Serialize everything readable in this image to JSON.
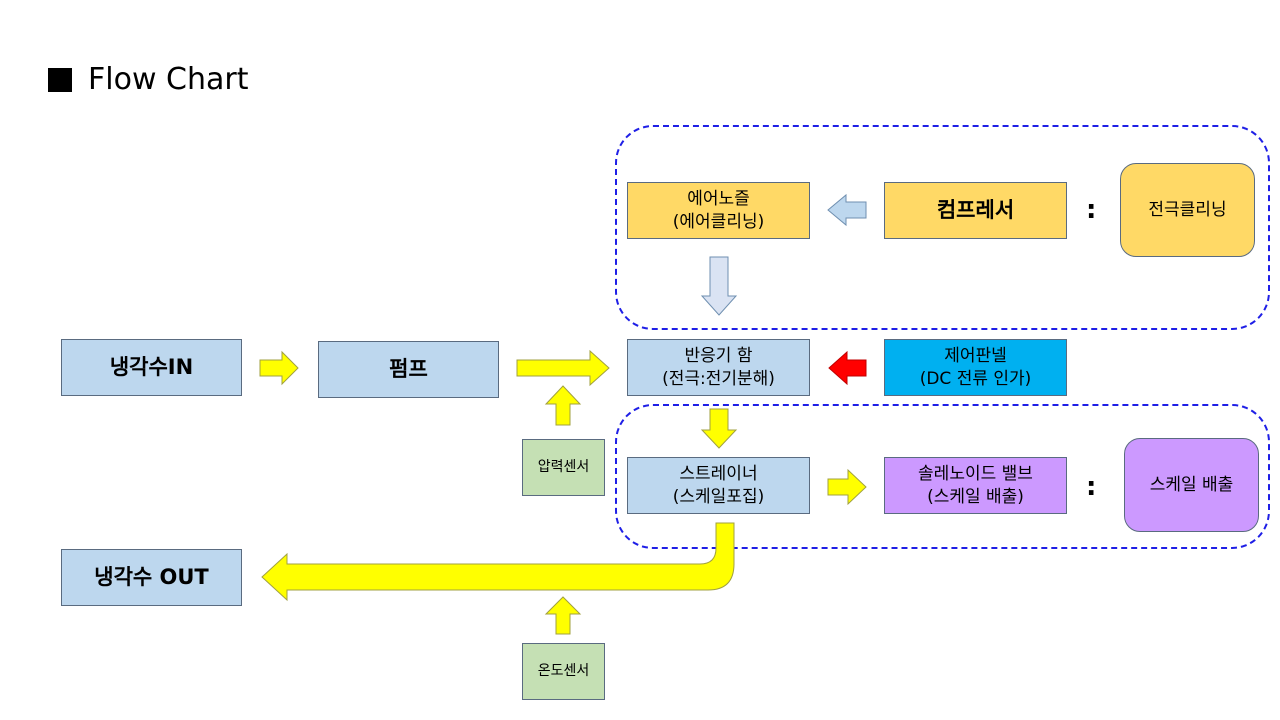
{
  "title": "Flow Chart",
  "nodes": {
    "coolant_in": "냉각수IN",
    "pump": "펌프",
    "reactor_line1": "반응기 함",
    "reactor_line2": "(전극:전기분해)",
    "air_nozzle_line1": "에어노즐",
    "air_nozzle_line2": "(에어클리닝)",
    "compressor": "컴프레서",
    "electrode_cleaning": "전극클리닝",
    "control_panel_line1": "제어판넬",
    "control_panel_line2": "(DC 전류 인가)",
    "pressure_sensor": "압력센서",
    "strainer_line1": "스트레이너",
    "strainer_line2": "(스케일포집)",
    "solenoid_line1": "솔레노이드 밸브",
    "solenoid_line2": "(스케일 배출)",
    "scale_discharge": "스케일 배출",
    "coolant_out": "냉각수 OUT",
    "temp_sensor": "온도센서"
  },
  "colons": [
    ":",
    ":"
  ],
  "colors": {
    "node_blue": "#bdd7ee",
    "node_gold": "#ffd966",
    "node_cyan": "#00b0f0",
    "node_green": "#c5e0b4",
    "node_purple": "#cc99ff",
    "arrow_yellow": "#ffff00",
    "arrow_red": "#ff0000",
    "group_border": "#1f1fe6"
  }
}
